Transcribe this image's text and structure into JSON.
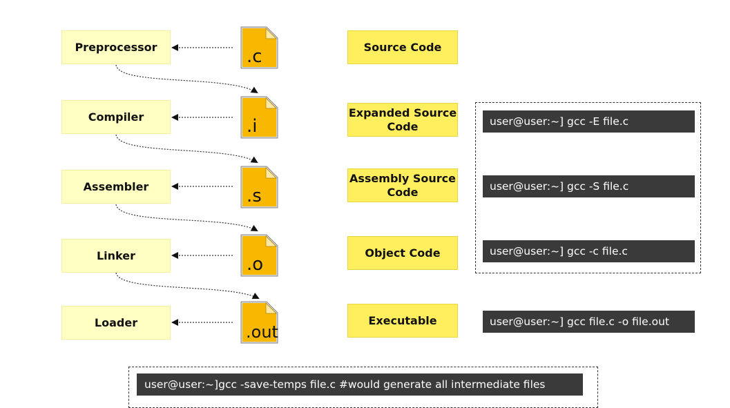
{
  "stages": [
    {
      "label": "Preprocessor"
    },
    {
      "label": "Compiler"
    },
    {
      "label": "Assembler"
    },
    {
      "label": "Linker"
    },
    {
      "label": "Loader"
    }
  ],
  "files": [
    {
      "ext": ".c"
    },
    {
      "ext": ".i"
    },
    {
      "ext": ".s"
    },
    {
      "ext": ".o"
    },
    {
      "ext": ".out"
    }
  ],
  "code_types": [
    {
      "label": "Source Code"
    },
    {
      "label": "Expanded Source Code"
    },
    {
      "label": "Assembly Source Code"
    },
    {
      "label": "Object Code"
    },
    {
      "label": "Executable"
    }
  ],
  "commands": [
    {
      "text": "user@user:~] gcc -E file.c"
    },
    {
      "text": "user@user:~] gcc -S file.c"
    },
    {
      "text": "user@user:~] gcc -c file.c"
    },
    {
      "text": "user@user:~] gcc file.c -o file.out"
    }
  ],
  "footer_command": {
    "text": "user@user:~]gcc -save-temps file.c #would generate all intermediate files"
  },
  "colors": {
    "stage_fill": "#ffffc3",
    "code_fill": "#ffee5e",
    "file_fill": "#f9b800",
    "terminal_bg": "#3a3a3a"
  }
}
